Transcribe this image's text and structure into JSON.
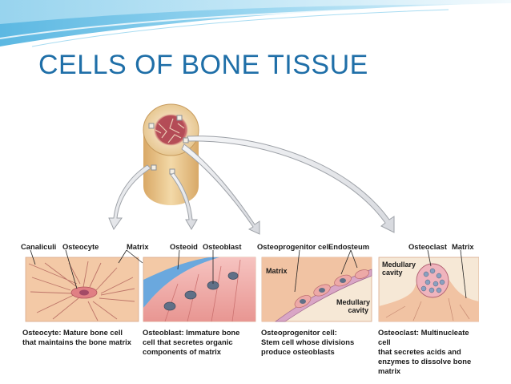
{
  "slide": {
    "title": "CELLS OF BONE TISSUE"
  },
  "figure": {
    "panels": [
      {
        "id": "osteocyte",
        "top_labels": [
          "Canaliculi",
          "Osteocyte",
          "Matrix"
        ],
        "caption_bold": "Osteocyte:",
        "caption_lines": [
          "Osteocyte: Mature bone cell",
          "that maintains the bone matrix"
        ]
      },
      {
        "id": "osteoblast",
        "top_labels": [
          "Osteoid",
          "Osteoblast"
        ],
        "caption_lines": [
          "Osteoblast: Immature bone",
          "cell that secretes organic",
          "components of matrix"
        ]
      },
      {
        "id": "osteoprogenitor",
        "top_labels": [
          "Osteoprogenitor cell",
          "Endosteum"
        ],
        "inner_labels": [
          "Matrix",
          "Medullary",
          "cavity"
        ],
        "caption_lines": [
          "Osteoprogenitor cell:",
          "Stem cell whose divisions",
          "produce osteoblasts"
        ]
      },
      {
        "id": "osteoclast",
        "top_labels": [
          "Osteoclast",
          "Matrix"
        ],
        "inner_labels": [
          "Medullary",
          "cavity"
        ],
        "caption_lines": [
          "Osteoclast: Multinucleate cell",
          "that secretes acids and",
          "enzymes to dissolve bone",
          "matrix"
        ]
      }
    ]
  },
  "colors": {
    "title": "#1f6fa8",
    "header_wave": "#7fc6e8",
    "bone_tan": "#e9c58a",
    "spongy": "#b8545a",
    "cell_pink": "#efa6a4",
    "osteoid_blue": "#6aa8de",
    "nucleus": "#5d6f86",
    "arrow_fill": "#e6e7ea"
  }
}
